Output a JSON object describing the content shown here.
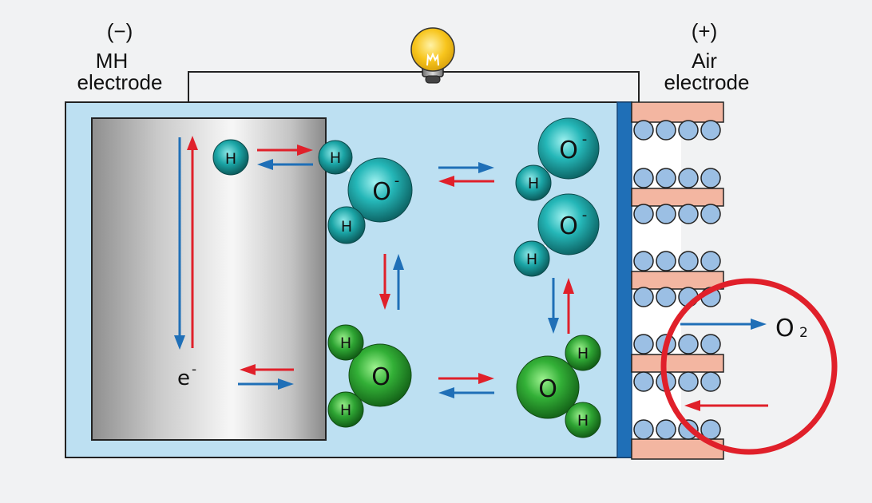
{
  "labels": {
    "minus_sign": "(−)",
    "mh_line1": "MH",
    "mh_line2": "electrode",
    "plus_sign": "(+)",
    "air_line1": "Air",
    "air_line2": "electrode"
  },
  "species": {
    "hydrogen": "H",
    "oxygen": "O",
    "negative_charge": "-",
    "electron": "e",
    "oxygen_gas": "O",
    "oxygen_gas_subscript": "2"
  },
  "colors": {
    "background": "#f1f2f3",
    "electrolyte": "#bde0f2",
    "separator": "#1f6fb7",
    "air_layer": "#f3b6a1",
    "catalyst_sphere": "#9bbfe4",
    "arrow_red": "#e0202a",
    "arrow_blue": "#1f6fb7",
    "hydroxide_teal": "#1aa7a9",
    "water_green": "#34b33a",
    "bulb_yellow": "#f7c51d",
    "highlight_circle": "#e0202a"
  },
  "icons": {
    "bulb": "light-bulb-icon"
  }
}
